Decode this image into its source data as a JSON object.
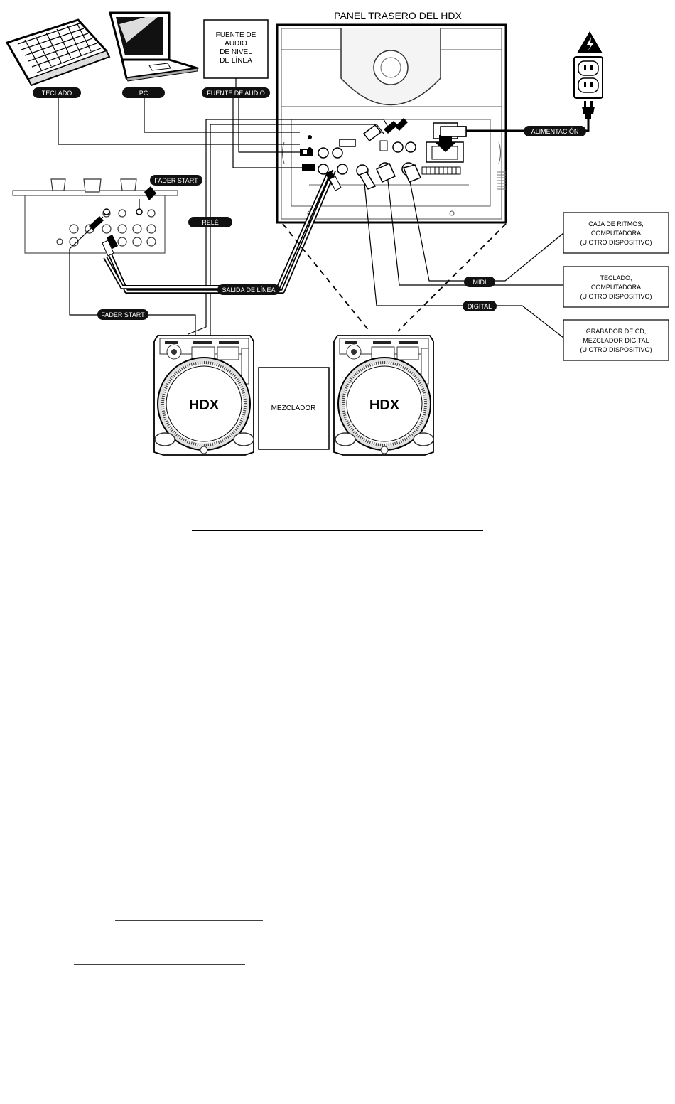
{
  "title": "PANEL TRASERO DEL HDX",
  "labels": {
    "teclado": "TECLADO",
    "pc": "PC",
    "fuente_audio": "FUENTE DE AUDIO",
    "alimentacion": "ALIMENTACIÓN",
    "fader_start_top": "FADER START",
    "rele": "RELÉ",
    "salida_linea": "SALIDA DE LÍNEA",
    "midi": "MIDI",
    "digital": "DIGITAL",
    "fader_start_bottom": "FADER START"
  },
  "source_box": [
    "FUENTE DE",
    "AUDIO",
    "DE NIVEL",
    "DE LÍNEA"
  ],
  "devices": {
    "drum_machine": [
      "CAJA DE RITMOS,",
      "COMPUTADORA",
      "(U OTRO DISPOSITIVO)"
    ],
    "keyboard": [
      "TECLADO,",
      "COMPUTADORA",
      "(U OTRO DISPOSITIVO)"
    ],
    "cd_recorder": [
      "GRABADOR DE CD,",
      "MEZCLADOR DIGITAL",
      "(U OTRO DISPOSITIVO)"
    ]
  },
  "mixer_label": "MEZCLADOR",
  "hdx_left": "HDX",
  "hdx_right": "HDX",
  "colors": {
    "ink": "#000000",
    "pill_fill": "#111111",
    "pill_text": "#ffffff",
    "paper": "#ffffff"
  }
}
